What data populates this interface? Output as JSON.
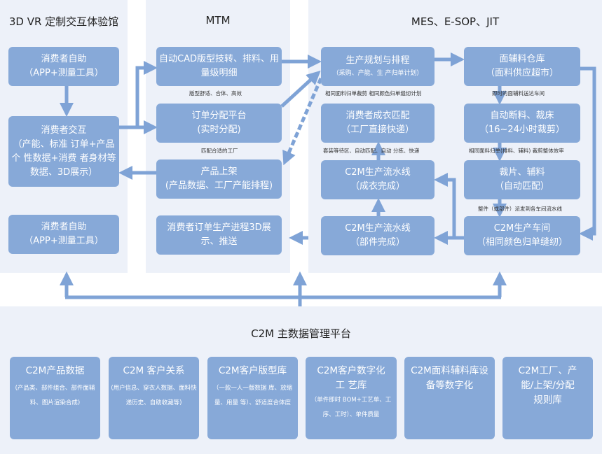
{
  "colors": {
    "panel": "#edf1f9",
    "box": "#87a9d8",
    "arrow": "#7fa3d6"
  },
  "left": {
    "title": "3D VR 定制交互体验馆",
    "boxes": [
      {
        "title": "消费者自助",
        "sub": "（APP+测量工具）"
      },
      {
        "title": "消费者交互",
        "sub": "（产能、标准 订单+产品个 性数据+消费 者身材等数据、3D展示）"
      },
      {
        "title": "消费者自助",
        "sub": "（APP+测量工具）"
      }
    ]
  },
  "middle": {
    "title": "MTM",
    "boxes": [
      {
        "title": "自动CAD版型技转、排料、用量级明细"
      },
      {
        "title": "订单分配平台",
        "sub": "(实时分配)"
      },
      {
        "title": "产品上架",
        "sub": "(产品数据、工厂产能排程)"
      },
      {
        "title": "消费者订单生产进程3D展示、推送"
      }
    ],
    "labels": [
      "版型舒适、合体、高效",
      "匹配合适的工厂"
    ]
  },
  "right": {
    "title": "MES、E-SOP、JIT",
    "boxes": [
      {
        "title": "生产规划与排程",
        "sub": "（采购、产能、生 产归单计划）"
      },
      {
        "title": "面辅料仓库",
        "sub": "（面料供应超市）"
      },
      {
        "title": "消费者成衣匹配",
        "sub": "（工厂直接快递）"
      },
      {
        "title": "自动断料、裁床",
        "sub": "（16~24小时裁剪）"
      },
      {
        "title": "C2M生产流水线",
        "sub": "（成衣完成）"
      },
      {
        "title": "裁片、辅料",
        "sub": "（自动匹配）"
      },
      {
        "title": "C2M生产流水线",
        "sub": "（部件完成）"
      },
      {
        "title": "C2M生产车间",
        "sub": "（相同颜色归单缝纫）"
      }
    ],
    "labels": [
      "相同面料归单裁剪  相同颜色归单缝纫计划",
      "即时的面辅料送达车间",
      "套装等待区、自动匹配、自动  分拣、快递",
      "相同面料归单(排料、辅料) 裁剪整体效率",
      "整件（或部件）派发到各车间流水线"
    ]
  },
  "bottom": {
    "title": "C2M 主数据管理平台",
    "boxes": [
      {
        "title": "C2M产品数据",
        "sub": "(产品类、部件组合、部件面辅料、图片渲染合成)"
      },
      {
        "title": "C2M 客户关系",
        "sub": "(用户信息、穿衣人数据、面料快递历史、自助收藏等)"
      },
      {
        "title": "C2M客户版型库",
        "sub": "（一款一人一版数据 库、放缩量、用量 等）、舒适度合体度"
      },
      {
        "title": "C2M客户数字化工 艺库",
        "sub": "（单件即时 BOM+工艺单、工序、工时）、单件质量"
      },
      {
        "title": "C2M面料辅料库设备等数字化"
      },
      {
        "title": "C2M工厂、产能/上架/分配规则库"
      }
    ]
  }
}
